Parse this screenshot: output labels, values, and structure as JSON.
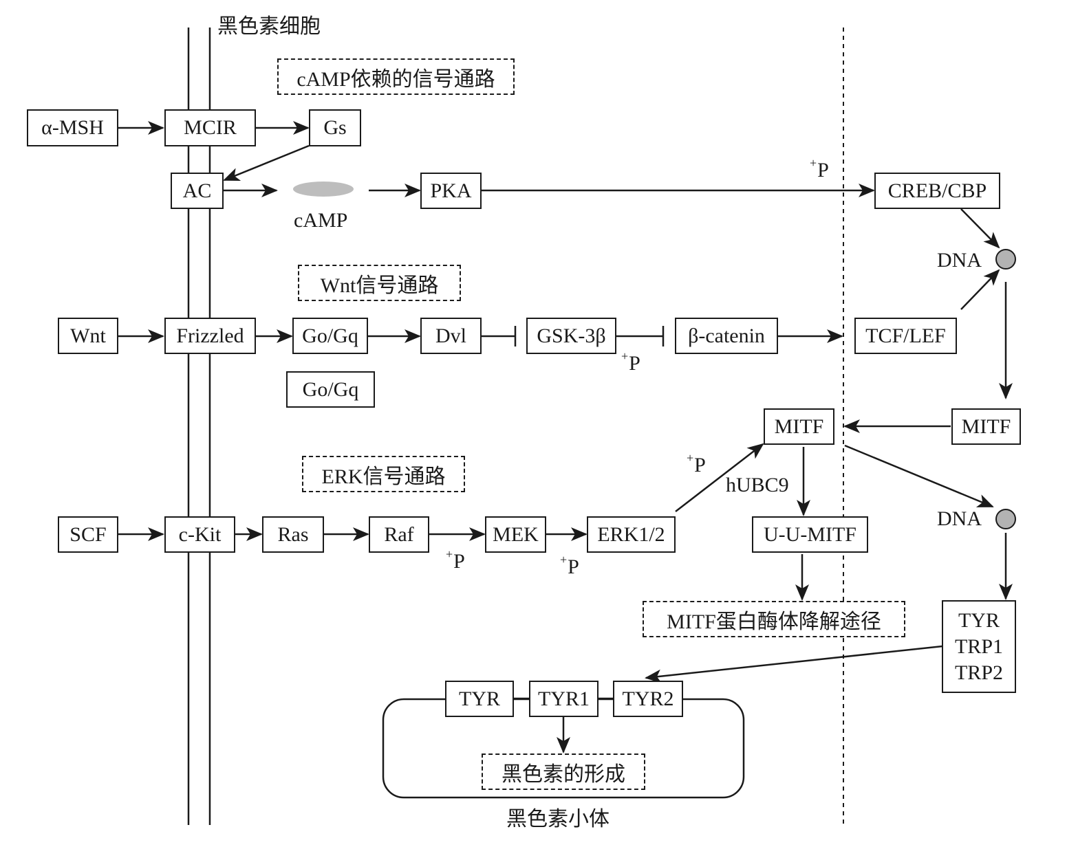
{
  "membrane_label": "黑色素细胞",
  "pathways": {
    "camp": "cAMP依赖的信号通路",
    "wnt": "Wnt信号通路",
    "erk": "ERK信号通路"
  },
  "nodes": {
    "amsh": "α-MSH",
    "mcir": "MCIR",
    "gs": "Gs",
    "ac": "AC",
    "camp": "cAMP",
    "pka": "PKA",
    "creb": "CREB/CBP",
    "dna_top": "DNA",
    "wnt": "Wnt",
    "frizzled": "Frizzled",
    "gogq1": "Go/Gq",
    "gogq2": "Go/Gq",
    "dvl": "Dvl",
    "gsk": "GSK-3β",
    "bcat": "β-catenin",
    "tcf": "TCF/LEF",
    "mitf_right": "MITF",
    "mitf_mid": "MITF",
    "hubc9": "hUBC9",
    "uumitf": "U-U-MITF",
    "degradation": "MITF蛋白酶体降解途径",
    "dna_bottom": "DNA",
    "tyr_list": [
      "TYR",
      "TRP1",
      "TRP2"
    ],
    "scf": "SCF",
    "ckit": "c-Kit",
    "ras": "Ras",
    "raf": "Raf",
    "mek": "MEK",
    "erk": "ERK1/2",
    "tyr": "TYR",
    "tyr1": "TYR1",
    "tyr2": "TYR2",
    "melanin": "黑色素的形成",
    "melanosome": "黑色素小体"
  },
  "phospho": {
    "plus": "+",
    "p": "P"
  },
  "colors": {
    "line": "#1a1a1a",
    "camp_fill": "#bdbdbd",
    "dna_fill": "#b3b3b3"
  }
}
